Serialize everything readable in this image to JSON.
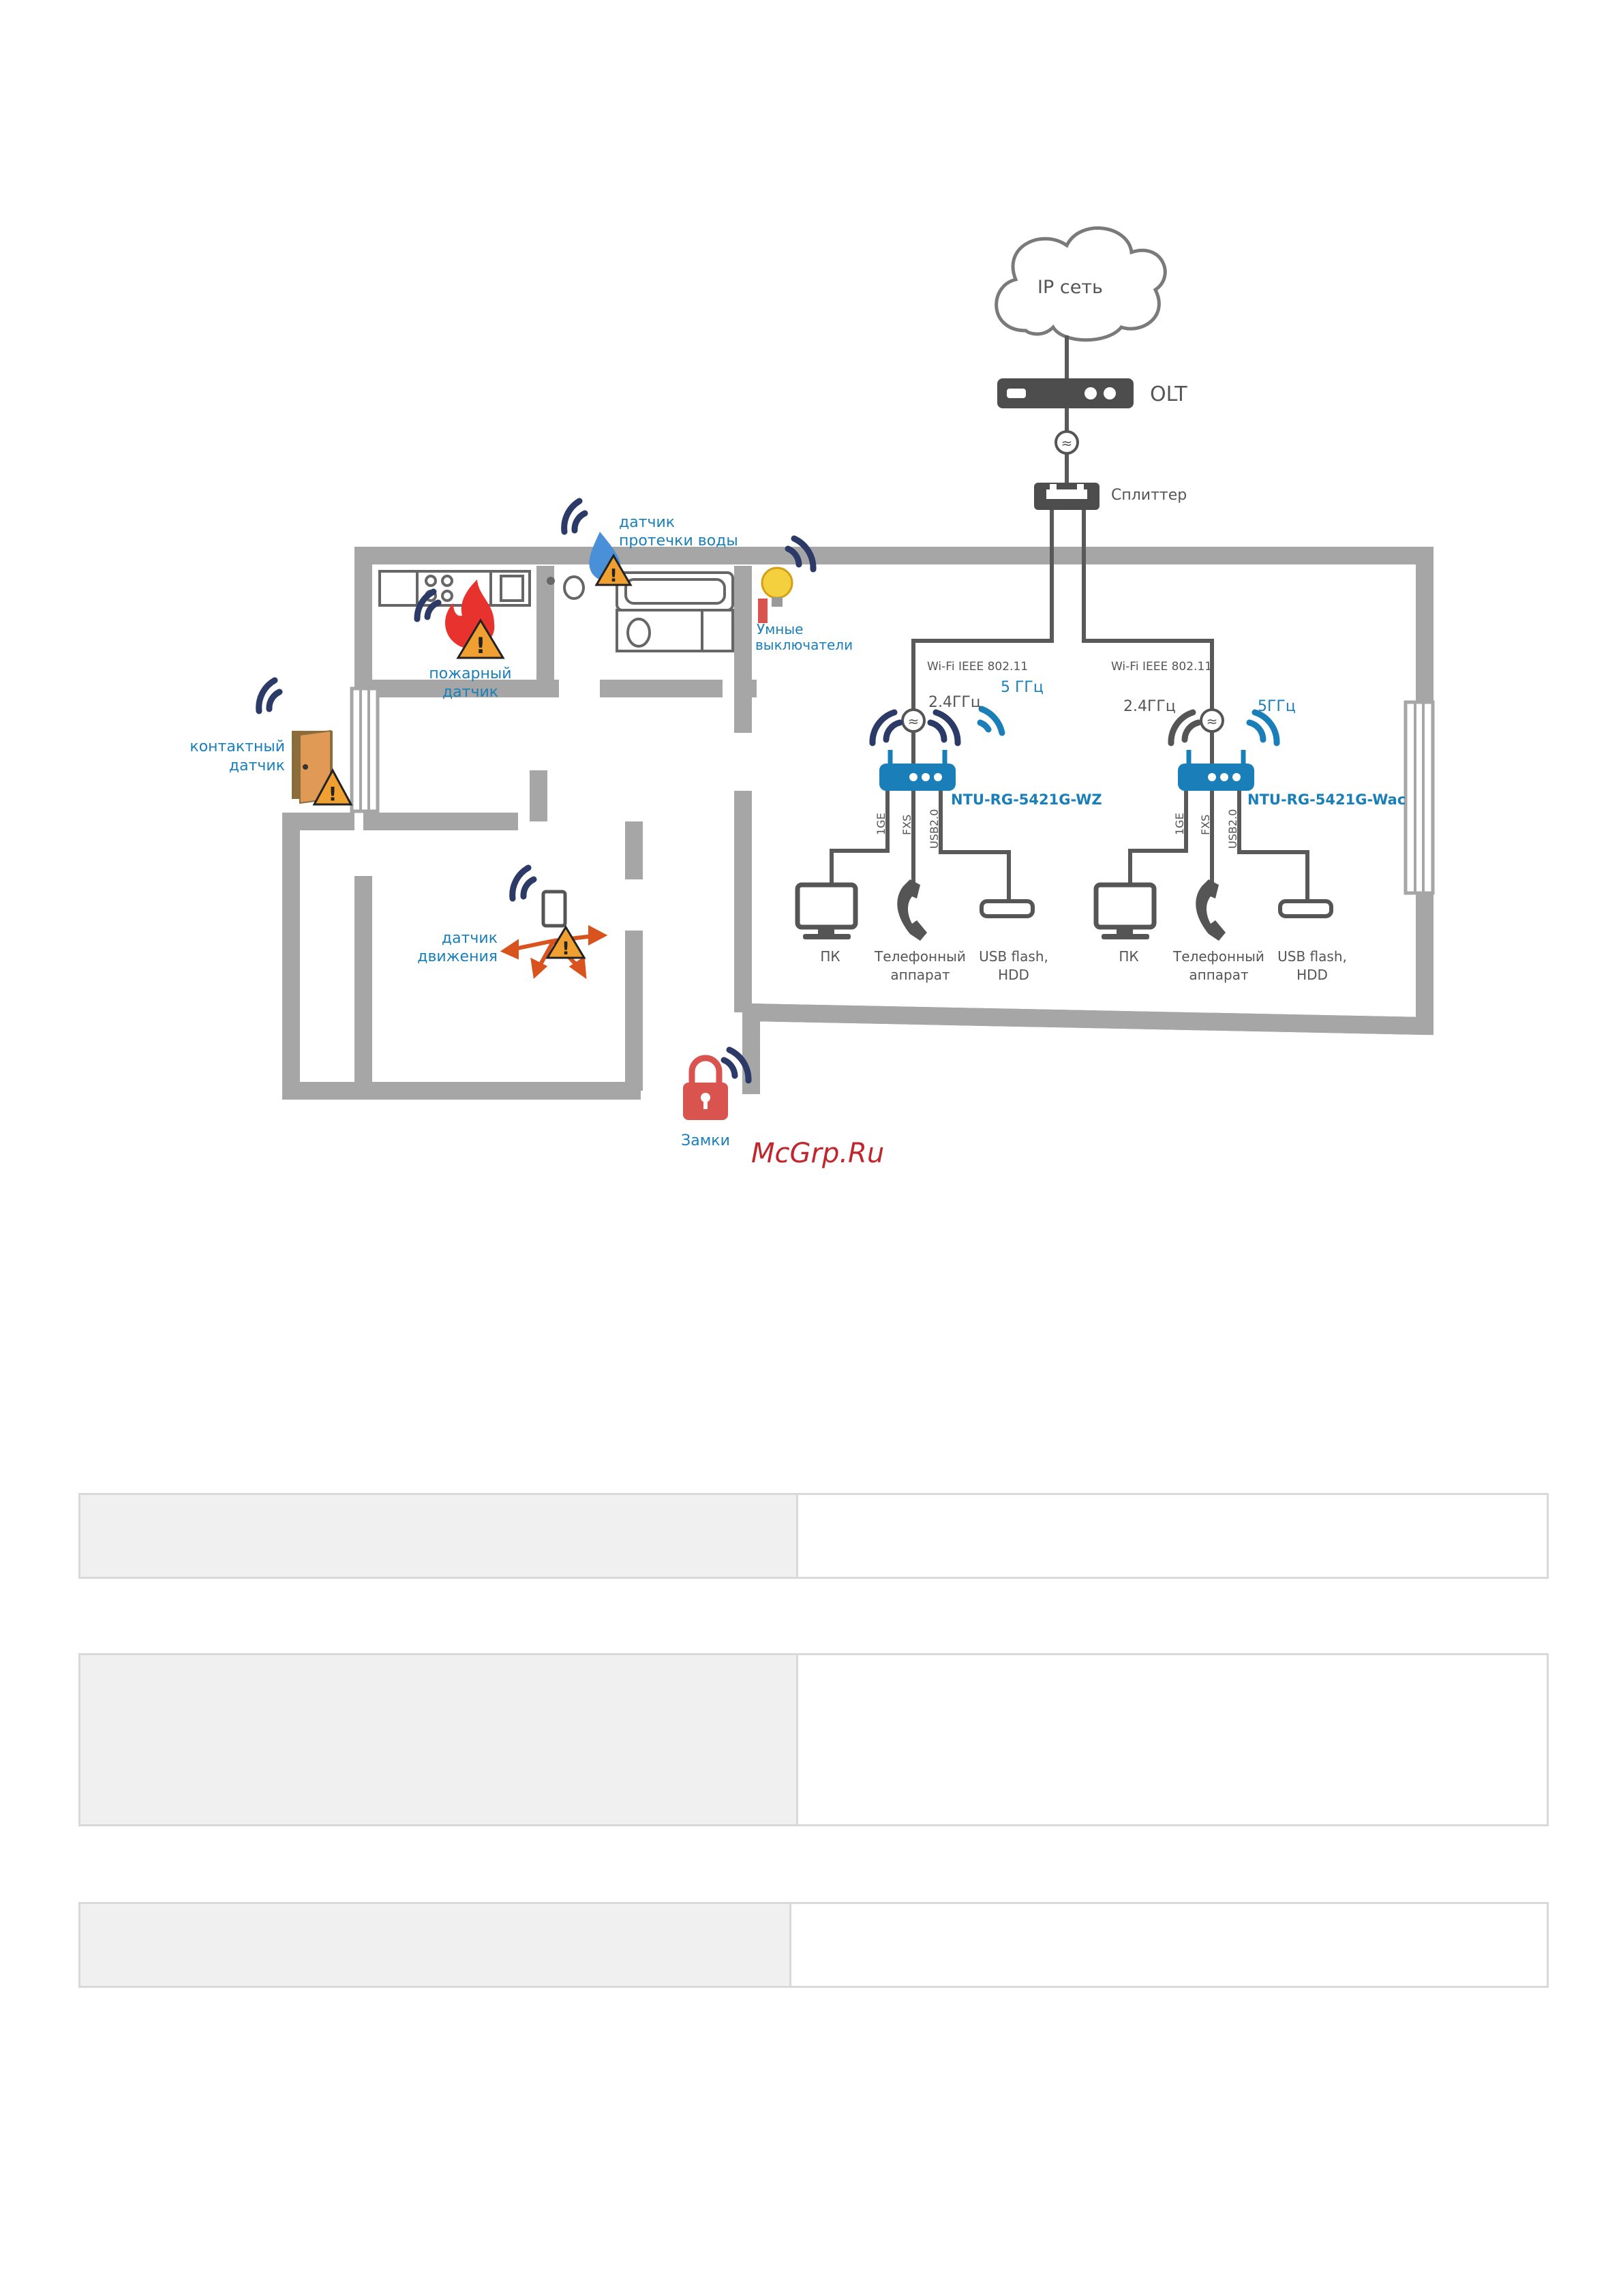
{
  "diagram": {
    "ip_network": "IP сеть",
    "olt": "OLT",
    "splitter": "Сплиттер",
    "wifi_standard_1": "Wi-Fi IEEE 802.11",
    "wifi_standard_2": "Wi-Fi IEEE 802.11",
    "router1": {
      "name": "NTU-RG-5421G-WZ",
      "band_24": "2.4ГГц",
      "band_5": "5 ГГц",
      "port_ge": "1GE",
      "port_fxs": "FXS",
      "port_usb": "USB2.0",
      "pc": "ПК",
      "phone_line1": "Телефонный",
      "phone_line2": "аппарат",
      "usb_line1": "USB flash,",
      "usb_line2": "HDD"
    },
    "router2": {
      "name": "NTU-RG-5421G-Wac",
      "band_24": "2.4ГГц",
      "band_5": "5ГГц",
      "port_ge": "1GE",
      "port_fxs": "FXS",
      "port_usb": "USB2.0",
      "pc": "ПК",
      "phone_line1": "Телефонный",
      "phone_line2": "аппарат",
      "usb_line1": "USB flash,",
      "usb_line2": "HDD"
    },
    "sensors": {
      "water_line1": "датчик",
      "water_line2": "протечки воды",
      "fire_line1": "пожарный",
      "fire_line2": "датчик",
      "contact_line1": "контактный",
      "contact_line2": "датчик",
      "switch_line1": "Умные",
      "switch_line2": "выключатели",
      "motion_line1": "датчик",
      "motion_line2": "движения",
      "lock": "Замки"
    },
    "watermark": "McGrp.Ru"
  },
  "colors": {
    "blue_label": "#1a7fb8",
    "router_blue": "#1a7fb8",
    "wall_grey": "#a6a6a6",
    "navy_wifi": "#2b3a67",
    "watermark_red": "#c0262c",
    "lock_red": "#d9534f",
    "fire_red": "#e8322d",
    "warning_orange": "#f0a030"
  }
}
